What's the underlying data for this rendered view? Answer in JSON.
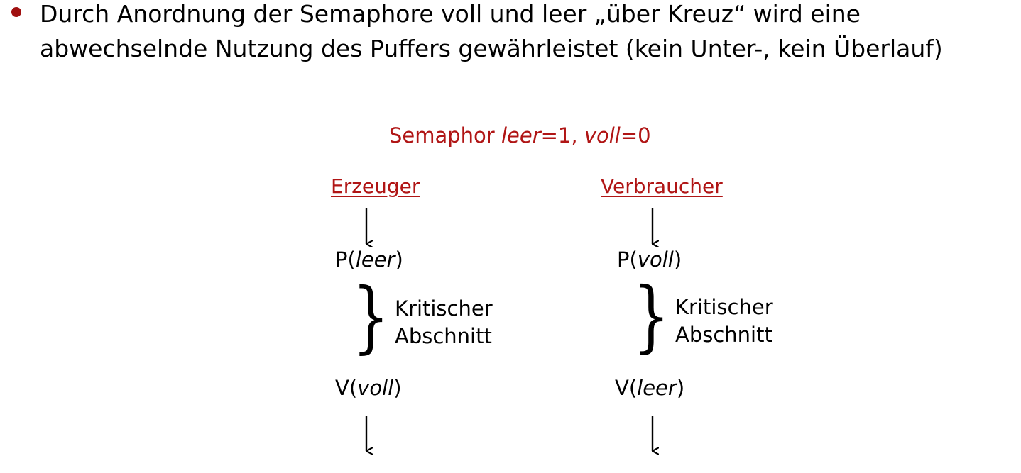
{
  "bullet": {
    "line1": "Durch Anordnung der Semaphore voll und leer „über Kreuz“  wird eine",
    "line2": "abwechselnde Nutzung des Puffers gewährleistet (kein Unter-, kein Überlauf)"
  },
  "semaphore": {
    "prefix": "Semaphor ",
    "var1": "leer",
    "eq1": "=1, ",
    "var2": "voll",
    "eq2": "=0"
  },
  "producer": {
    "heading": "Erzeuger",
    "p_op": "P(",
    "p_var": "leer",
    "close": ")",
    "critical_line1": "Kritischer",
    "critical_line2": "Abschnitt",
    "v_op": "V(",
    "v_var": "voll"
  },
  "consumer": {
    "heading": "Verbraucher",
    "p_op": "P(",
    "p_var": "voll",
    "close": ")",
    "critical_line1": "Kritischer",
    "critical_line2": "Abschnitt",
    "v_op": "V(",
    "v_var": "leer"
  },
  "colors": {
    "accent": "#b01515",
    "bullet": "#a01010",
    "text": "#000000"
  },
  "icons": [
    "bullet-dot",
    "down-arrow-icon",
    "curly-brace-icon"
  ]
}
